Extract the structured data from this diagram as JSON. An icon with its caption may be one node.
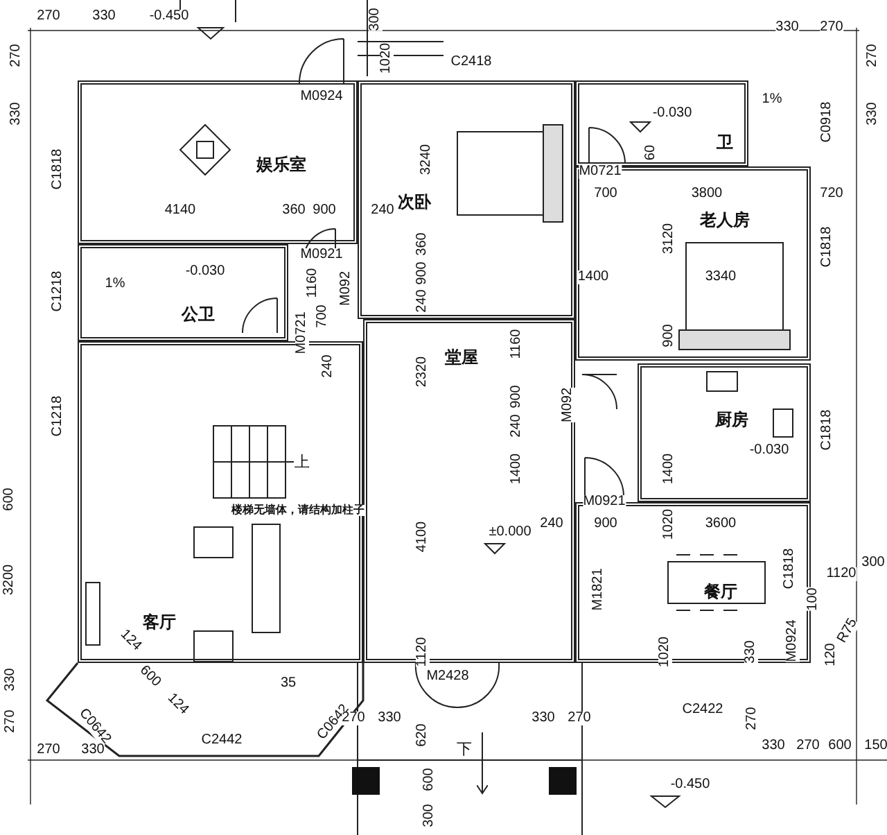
{
  "diagram": {
    "nodes": [
      {
        "text": [
          "娱乐室"
        ]
      },
      {
        "text": [
          "次卧"
        ]
      },
      {
        "text": [
          "公卫"
        ]
      },
      {
        "text": [
          "卫"
        ]
      },
      {
        "text": [
          "老人房"
        ]
      },
      {
        "text": [
          "堂屋"
        ]
      },
      {
        "text": [
          "客厅"
        ]
      },
      {
        "text": [
          "厨房"
        ]
      },
      {
        "text": [
          "餐厅"
        ]
      }
    ],
    "labels": [
      "270",
      "330",
      "-0.450",
      "300",
      "1020",
      "330",
      "270",
      "270",
      "270",
      "C2418",
      "M0924",
      "1%",
      "-0.030",
      "330",
      "330",
      "C0918",
      "60",
      "3240",
      "C1818",
      "M0721",
      "700",
      "3800",
      "720",
      "4140",
      "360",
      "900",
      "240",
      "M0921",
      "3120",
      "C1818",
      "C1218",
      "-0.030",
      "1%",
      "1400",
      "3340",
      "360",
      "900",
      "240",
      "1160",
      "M092",
      "M0721",
      "700",
      "240",
      "2320",
      "1160",
      "900",
      "C1218",
      "900",
      "M092",
      "240",
      "C1818",
      "上",
      "-0.030",
      "1400",
      "1400",
      "楼梯无墙体，请结构加柱子",
      "600",
      "M0921",
      "240",
      "900",
      "3600",
      "1020",
      "±0.000",
      "4100",
      "3200",
      "C1818",
      "1120",
      "300",
      "M1821",
      "100",
      "124",
      "1120",
      "1020",
      "330",
      "M0924",
      "120",
      "R75",
      "600",
      "124",
      "35",
      "330",
      "M2428",
      "270",
      "C0642",
      "C2442",
      "C0642",
      "270",
      "330",
      "620",
      "330",
      "270",
      "C2422",
      "270",
      "270",
      "330",
      "330",
      "270",
      "600",
      "150",
      "下",
      "600",
      "300",
      "-0.450"
    ]
  }
}
